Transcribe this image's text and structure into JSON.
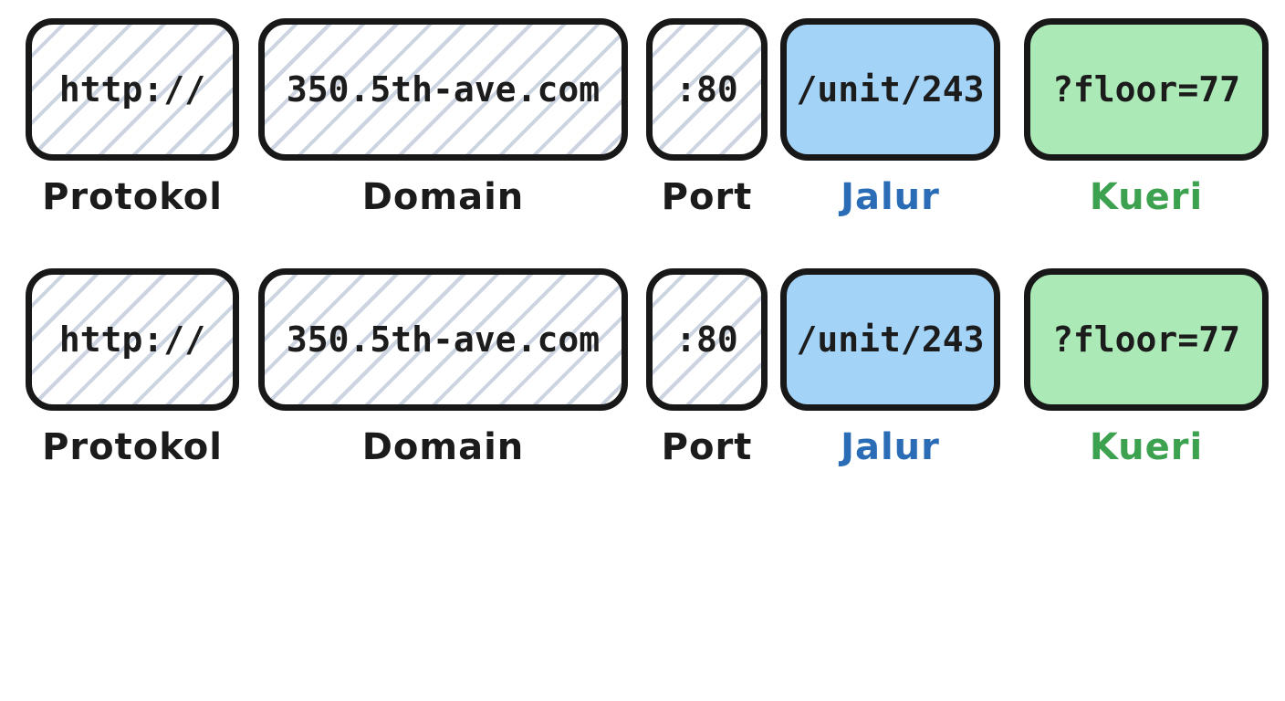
{
  "diagram": {
    "description": "URL anatomy diagram, two identical rows",
    "row_count": 2,
    "segments": [
      {
        "id": "protocol",
        "value": "http://",
        "label": "Protokol",
        "box_style": "hatched",
        "fill_color": "#ffffff",
        "hatch_color": "#ccd4e1",
        "label_color": "#1b1b1b"
      },
      {
        "id": "domain",
        "value": "350.5th-ave.com",
        "label": "Domain",
        "box_style": "hatched",
        "fill_color": "#ffffff",
        "hatch_color": "#ccd4e1",
        "label_color": "#1b1b1b"
      },
      {
        "id": "port",
        "value": ":80",
        "label": "Port",
        "box_style": "hatched",
        "fill_color": "#ffffff",
        "hatch_color": "#ccd4e1",
        "label_color": "#1b1b1b"
      },
      {
        "id": "path",
        "value": "/unit/243",
        "label": "Jalur",
        "box_style": "solid",
        "fill_color": "#a4d3f8",
        "label_color": "#2a6cb5"
      },
      {
        "id": "query",
        "value": "?floor=77",
        "label": "Kueri",
        "box_style": "solid",
        "fill_color": "#abeab7",
        "label_color": "#3da24f"
      }
    ],
    "colors": {
      "background": "#ffffff",
      "box_border": "#181818",
      "mono_text": "#1c1c1c",
      "hatch_line": "#ccd4e1",
      "path_fill": "#a4d3f8",
      "query_fill": "#abeab7",
      "path_label": "#2a6cb5",
      "query_label": "#3da24f"
    }
  }
}
